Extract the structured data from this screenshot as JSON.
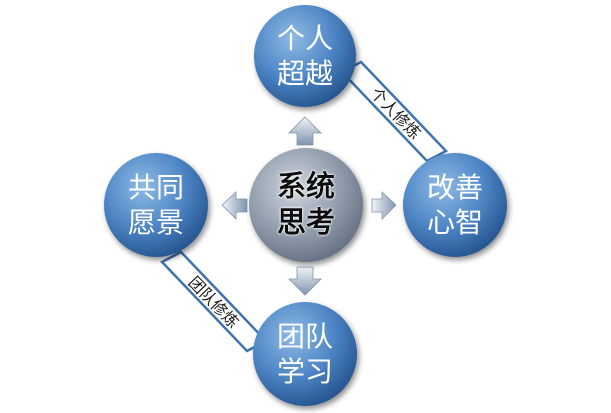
{
  "diagram": {
    "center": {
      "line1": "系统",
      "line2": "思考"
    },
    "nodes": {
      "top": {
        "line1": "个人",
        "line2": "超越"
      },
      "right": {
        "line1": "改善",
        "line2": "心智"
      },
      "left": {
        "line1": "共同",
        "line2": "愿景"
      },
      "bottom": {
        "line1": "团队",
        "line2": "学习"
      }
    },
    "connectors": {
      "upper_right_label": "个人修炼",
      "lower_left_label": "团队修炼"
    },
    "colors": {
      "node_light": "#8fbbe4",
      "node_mid": "#4f86c6",
      "node_dark": "#24548f",
      "center_light": "#cfd6df",
      "center_dark": "#5a6677",
      "band_stroke": "#3f73ad",
      "arrow_light": "#f2f5f9",
      "arrow_dark": "#7f93ac"
    }
  }
}
